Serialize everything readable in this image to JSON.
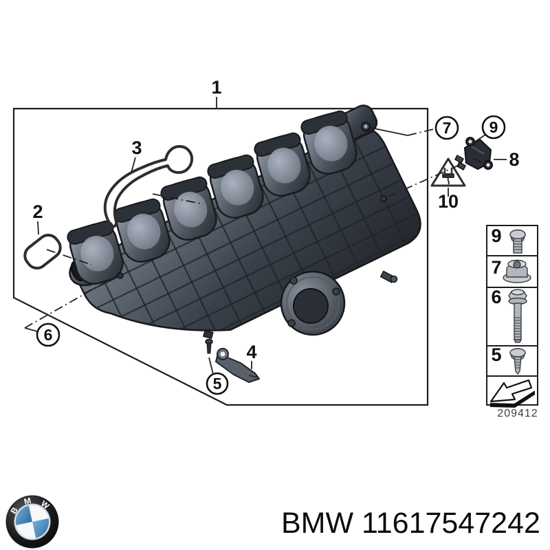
{
  "colors": {
    "line": "#1c1c1c",
    "bmw_blue": "#3a7cb0",
    "metal_dark": "#2c3138",
    "metal_mid": "#4d5560",
    "metal_light": "#8d95a3",
    "background": "#ffffff"
  },
  "diagram": {
    "callouts": {
      "1": "1",
      "2": "2",
      "3": "3",
      "4": "4",
      "5": "5",
      "6": "6",
      "7": "7",
      "8": "8",
      "9": "9",
      "10": "10"
    },
    "warning_icon": "electrical-plug-warning-triangle-icon"
  },
  "legend": {
    "rows": [
      {
        "label": "9",
        "icon": "pan-head-screw-icon"
      },
      {
        "label": "7",
        "icon": "hex-flange-nut-icon"
      },
      {
        "label": "6",
        "icon": "hex-flange-bolt-icon"
      },
      {
        "label": "5",
        "icon": "self-tapping-screw-icon"
      }
    ],
    "footer_icon": "direction-arrow-icon",
    "drawing_number": "209412"
  },
  "footer": {
    "part_text": "BMW 11617547242",
    "logo_letters": [
      "B",
      "M",
      "W"
    ],
    "logo_icon": "bmw-roundel-icon"
  }
}
